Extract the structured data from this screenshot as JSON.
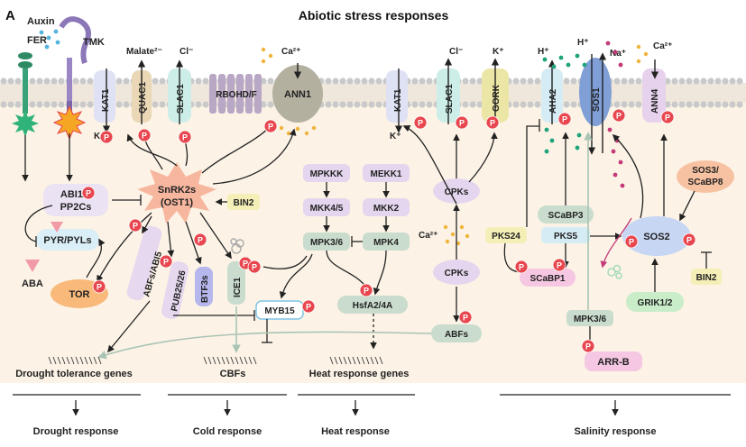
{
  "panel_letter": "A",
  "title": "Abiotic stress responses",
  "ligands": {
    "auxin": "Auxin",
    "aba": "ABA"
  },
  "receptors": {
    "fer": "FER",
    "tmk": "TMK"
  },
  "membrane_proteins": {
    "kat1": "KAT1",
    "quac1": "QUAC1",
    "slac1": "SLAC1",
    "rbohd": "RBOHD/F",
    "ann1": "ANN1",
    "kat1_b": "KAT1",
    "slac1_b": "SLAC1",
    "gork": "GORK",
    "aha2": "AHA2",
    "sos1": "SOS1",
    "ann4": "ANN4"
  },
  "ions": {
    "malate": "Malate²⁻",
    "cl1": "Cl⁻",
    "ca1": "Ca²⁺",
    "k1": "K⁺",
    "cl2": "Cl⁻",
    "kplus2": "K⁺",
    "k3": "K⁺",
    "hplus1": "H⁺",
    "hplus2": "H⁺",
    "naplus": "Na⁺",
    "ca3": "Ca²⁺",
    "ca_cyto": "Ca²⁺"
  },
  "nodes": {
    "abi": "ABI1/2\nPP2Cs",
    "pyr": "PYR/PYLs",
    "tor": "TOR",
    "snrk": "SnRK2s\n(OST1)",
    "bin2": "BIN2",
    "abf": "ABFs/ABI5",
    "pub": "PUB25/26",
    "btf": "BTF3s",
    "ice1": "ICE1",
    "myb15": "MYB15",
    "mpkkk": "MPKKK",
    "mekk1": "MEKK1",
    "mkk45": "MKK4/5",
    "mkk2": "MKK2",
    "mpk36": "MPK3/6",
    "mpk4": "MPK4",
    "hsf": "HsfA2/4A",
    "cpk1": "CPKs",
    "cpk2": "CPKs",
    "abfs2": "ABFs",
    "pks24": "PKS24",
    "scabp3": "SCaBP3",
    "pks5": "PKS5",
    "scabp1": "SCaBP1",
    "sos2": "SOS2",
    "sos3": "SOS3/\nSCaBP8",
    "grik": "GRIK1/2",
    "bin2b": "BIN2",
    "mpk36b": "MPK3/6",
    "arrb": "ARR-B"
  },
  "phospho_label": "P",
  "genes": {
    "drought": "Drought tolerance genes",
    "cbf": "CBFs",
    "heat": "Heat response genes"
  },
  "responses": {
    "drought": "Drought response",
    "cold": "Cold response",
    "heat": "Heat response",
    "salinity": "Salinity response"
  },
  "colors": {
    "membrane_head": "#c9c9c9",
    "cytoplasm": "#fcf3e6",
    "phospho": "#e8474f",
    "snrk": "#f7b79f",
    "tor": "#f8b97a",
    "sos2": "#c7d6f3",
    "lavender": "#e4d6ee",
    "greenish": "#c9dccd",
    "yellow": "#f3efb7",
    "pink": "#f6c7e2"
  }
}
